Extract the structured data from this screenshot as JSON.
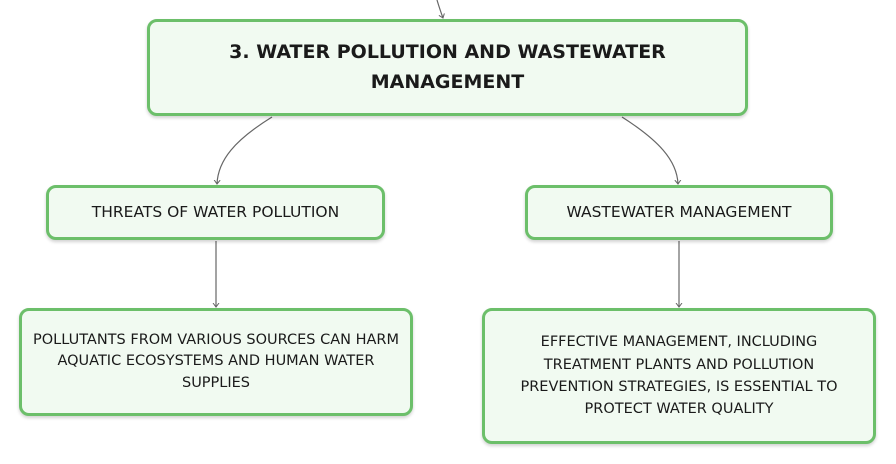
{
  "diagram": {
    "root": {
      "title": "3. WATER POLLUTION AND WASTEWATER MANAGEMENT"
    },
    "branches": [
      {
        "label": "THREATS OF WATER POLLUTION",
        "description": "POLLUTANTS FROM VARIOUS SOURCES CAN HARM AQUATIC ECOSYSTEMS AND HUMAN WATER SUPPLIES"
      },
      {
        "label": "WASTEWATER MANAGEMENT",
        "description": "EFFECTIVE MANAGEMENT, INCLUDING TREATMENT PLANTS AND POLLUTION PREVENTION STRATEGIES, IS ESSENTIAL TO PROTECT WATER QUALITY"
      }
    ],
    "colors": {
      "node_border": "#6cbf6a",
      "node_fill": "#f1faf1",
      "connector": "#666666"
    }
  }
}
